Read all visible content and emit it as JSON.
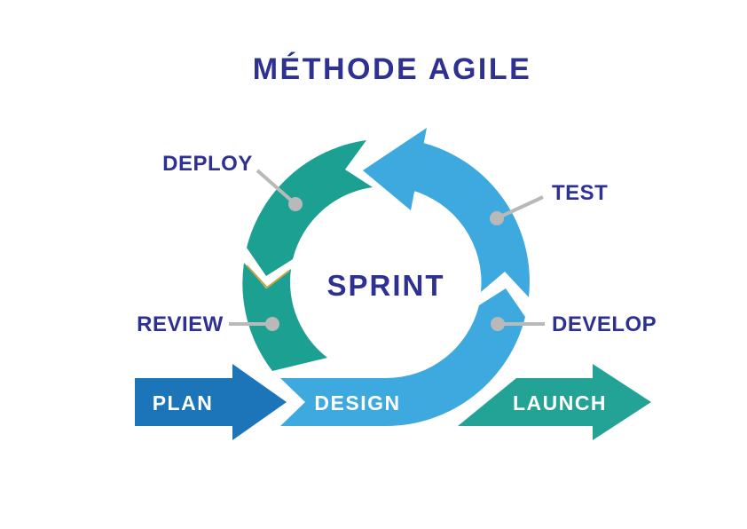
{
  "title": {
    "text": "MÉTHODE AGILE"
  },
  "cycle": {
    "center_label": "SPRINT",
    "stages": [
      {
        "label": "DEPLOY",
        "position": "top-left"
      },
      {
        "label": "TEST",
        "position": "top-right"
      },
      {
        "label": "REVIEW",
        "position": "left"
      },
      {
        "label": "DEVELOP",
        "position": "right"
      }
    ]
  },
  "flow": {
    "arrows": [
      {
        "label": "PLAN",
        "color_key": "plan_blue"
      },
      {
        "label": "DESIGN",
        "color_key": "cycle_blue"
      },
      {
        "label": "LAUNCH",
        "color_key": "launch_teal"
      }
    ]
  },
  "colors": {
    "navy": "#2E3192",
    "cycle_blue": "#3EA9DF",
    "plan_blue": "#1C74B9",
    "cycle_teal": "#1BA092",
    "launch_teal": "#23A296",
    "label_white": "#FFFFFF",
    "leader_gray": "#B9B9B9",
    "notch_gold": "#C9A13B",
    "background": "#FFFFFF"
  }
}
